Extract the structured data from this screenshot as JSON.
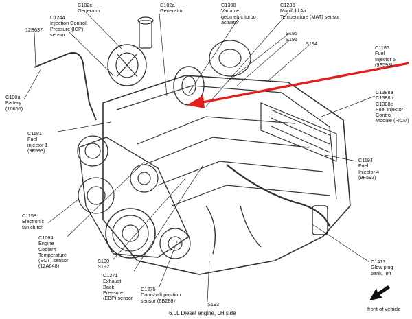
{
  "labels": {
    "c102c": [
      "C102c",
      "Generator"
    ],
    "c1244": [
      "C1244",
      "Injection Control",
      "Pressure (ICP)",
      "sensor"
    ],
    "p12b637": [
      "12B637"
    ],
    "c100a": [
      "C100a",
      "Battery",
      "(10655)"
    ],
    "c102a": [
      "C102a",
      "Generator"
    ],
    "c1390": [
      "C1390",
      "Variable",
      "geometric turbo",
      "actuator"
    ],
    "c1236": [
      "C1236",
      "Manifold Air",
      "Temperature (MAT) sensor"
    ],
    "s195": [
      "S195"
    ],
    "s196": [
      "S196"
    ],
    "s194": [
      "S194"
    ],
    "c1186": [
      "C1186",
      "Fuel",
      "Injector 5",
      "(9F593)"
    ],
    "c1388": [
      "C1388a",
      "C1388b",
      "C1388c",
      "Fuel Injector",
      "Control",
      "Module (FICM)"
    ],
    "c1181": [
      "C1181",
      "Fuel",
      "injector 1",
      "(9F593)"
    ],
    "c1184": [
      "C1184",
      "Fuel",
      "Injector 4",
      "(9F593)"
    ],
    "c1158": [
      "C1158",
      "Electronic",
      "fan clutch"
    ],
    "c1064": [
      "C1064",
      "Engine",
      "Coolant",
      "Temperature",
      "(ECT) sensor",
      "(12A648)"
    ],
    "s190": [
      "S190",
      "S192"
    ],
    "c1271": [
      "C1271",
      "Exhaust",
      "Back",
      "Pressure",
      "(EBP) sensor"
    ],
    "c1275": [
      "C1275",
      "Camshaft position",
      "sensor (6B288)"
    ],
    "s193": [
      "S193"
    ],
    "c1413": [
      "C1413",
      "Glow plug",
      "bank, left"
    ]
  },
  "caption": "6.0L Diesel engine, LH side",
  "front_label": "front of vehicle",
  "colors": {
    "line": "#222222",
    "highlight": "#e0201c",
    "engine": "#444444"
  }
}
